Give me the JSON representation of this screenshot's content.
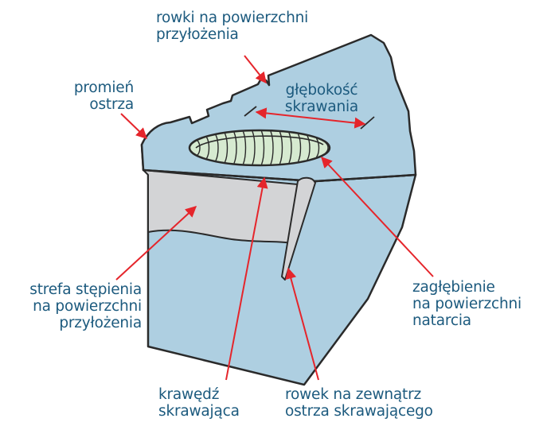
{
  "colors": {
    "body": "#aecfe1",
    "outline": "#2a2a2a",
    "wear_zone": "#d3d4d6",
    "chip_groove": "#d6ead0",
    "arrow": "#e5252b",
    "label_text": "#1c5a7e"
  },
  "labels": {
    "top_grooves": [
      "rowki na powierzchni",
      "przyłożenia"
    ],
    "nose_radius": [
      "promień",
      "ostrza"
    ],
    "depth_of_cut": [
      "głębokość",
      "skrawania"
    ],
    "wear_zone": [
      "strefa stępienia",
      "na powierzchni",
      "przyłożenia"
    ],
    "rake_recess": [
      "zagłębienie",
      "na powierzchni",
      "natarcia"
    ],
    "cutting_edge": [
      "krawędź",
      "skrawająca"
    ],
    "outer_groove": [
      "rowek na zewnątrz",
      "ostrza skrawającego"
    ]
  }
}
